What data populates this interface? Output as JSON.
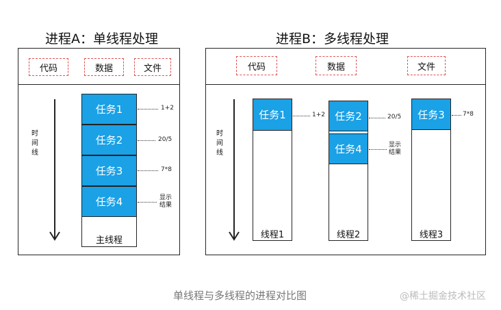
{
  "panel_a": {
    "title": "进程A：单线程处理",
    "resources": [
      "代码",
      "数据",
      "文件"
    ],
    "timeline_label": [
      "时",
      "间",
      "线"
    ],
    "thread_label": "主线程",
    "tasks": [
      "任务1",
      "任务2",
      "任务3",
      "任务4"
    ],
    "annotations": [
      "1+2",
      "20/5",
      "7*8",
      "显示结果"
    ]
  },
  "panel_b": {
    "title": "进程B：多线程处理",
    "resources": [
      "代码",
      "数据",
      "文件"
    ],
    "timeline_label": [
      "时",
      "间",
      "线"
    ],
    "threads": [
      {
        "label": "线程1",
        "tasks": [
          "任务1"
        ],
        "annotations": [
          "1+2"
        ]
      },
      {
        "label": "线程2",
        "tasks": [
          "任务2",
          "任务4"
        ],
        "annotations": [
          "20/5",
          "显示结果"
        ]
      },
      {
        "label": "线程3",
        "tasks": [
          "任务3"
        ],
        "annotations": [
          "7*8"
        ]
      }
    ]
  },
  "caption": "单线程与多线程的进程对比图",
  "watermark": "@稀土掘金技术社区",
  "colors": {
    "task_fill": "#1aa1e6",
    "resource_border": "#e05050",
    "caption": "#777777"
  }
}
